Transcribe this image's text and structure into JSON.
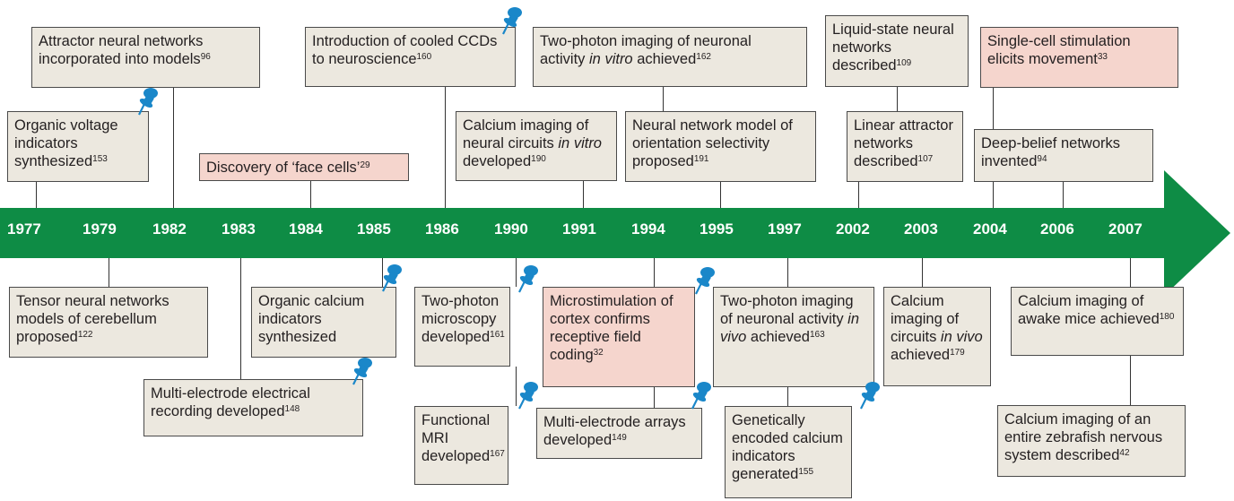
{
  "colors": {
    "arrow": "#0e8c45",
    "box": "#ece8df",
    "highlight": "#f5d5cd",
    "pin": "#1a87c9",
    "border": "#4a4a4a"
  },
  "years": [
    "1977",
    "1979",
    "1982",
    "1983",
    "1984",
    "1985",
    "1986",
    "1990",
    "1991",
    "1994",
    "1995",
    "1997",
    "2002",
    "2003",
    "2004",
    "2006",
    "2007"
  ],
  "events_top": [
    {
      "id": "attractor",
      "text": "Attractor neural networks incorporated into models",
      "ref": "96",
      "highlight": false,
      "pin": false
    },
    {
      "id": "organic-voltage",
      "text": "Organic voltage indicators synthesized",
      "ref": "153",
      "highlight": false,
      "pin": true
    },
    {
      "id": "face-cells",
      "text": "Discovery of ‘face cells’",
      "ref": "29",
      "highlight": true,
      "pin": false
    },
    {
      "id": "cooled-ccds",
      "text": "Introduction of cooled CCDs to neuroscience",
      "ref": "160",
      "highlight": false,
      "pin": true
    },
    {
      "id": "calcium-vitro",
      "text": "Calcium imaging of neural circuits in vitro developed",
      "ref": "190",
      "highlight": false,
      "pin": false
    },
    {
      "id": "two-photon-vitro",
      "text": "Two-photon imaging of neuronal activity in vitro achieved",
      "ref": "162",
      "highlight": false,
      "pin": false
    },
    {
      "id": "orientation-model",
      "text": "Neural network model of orientation selectivity proposed",
      "ref": "191",
      "highlight": false,
      "pin": false
    },
    {
      "id": "liquid-state",
      "text": "Liquid-state neural networks described",
      "ref": "109",
      "highlight": false,
      "pin": false
    },
    {
      "id": "linear-attractor",
      "text": "Linear attractor networks described",
      "ref": "107",
      "highlight": false,
      "pin": false
    },
    {
      "id": "single-cell",
      "text": "Single-cell stimulation elicits movement",
      "ref": "33",
      "highlight": true,
      "pin": false
    },
    {
      "id": "deep-belief",
      "text": "Deep-belief networks invented",
      "ref": "94",
      "highlight": false,
      "pin": false
    }
  ],
  "events_bottom": [
    {
      "id": "tensor",
      "text": "Tensor neural networks models of cerebellum proposed",
      "ref": "122",
      "highlight": false,
      "pin": false
    },
    {
      "id": "organic-calcium",
      "text": "Organic calcium indicators synthesized",
      "ref": "",
      "highlight": false,
      "pin": true
    },
    {
      "id": "multi-electrode-rec",
      "text": "Multi-electrode electrical recording developed",
      "ref": "148",
      "highlight": false,
      "pin": true
    },
    {
      "id": "two-photon-micro",
      "text": "Two-photon microscopy developed",
      "ref": "161",
      "highlight": false,
      "pin": true
    },
    {
      "id": "fmri",
      "text": "Functional MRI developed",
      "ref": "167",
      "highlight": false,
      "pin": true
    },
    {
      "id": "microstim",
      "text": "Microstimulation of cortex confirms receptive field coding",
      "ref": "32",
      "highlight": true,
      "pin": true
    },
    {
      "id": "multi-electrode-arr",
      "text": "Multi-electrode arrays developed",
      "ref": "149",
      "highlight": false,
      "pin": true
    },
    {
      "id": "two-photon-vivo",
      "text": "Two-photon imaging of neuronal activity in vivo achieved",
      "ref": "163",
      "highlight": false,
      "pin": false
    },
    {
      "id": "gecis",
      "text": "Genetically encoded calcium indicators generated",
      "ref": "155",
      "highlight": false,
      "pin": true
    },
    {
      "id": "calcium-vivo",
      "text": "Calcium imaging of circuits in vivo achieved",
      "ref": "179",
      "highlight": false,
      "pin": false
    },
    {
      "id": "awake-mice",
      "text": "Calcium imaging of awake mice achieved",
      "ref": "180",
      "highlight": false,
      "pin": false
    },
    {
      "id": "zebrafish",
      "text": "Calcium imaging of an entire zebrafish nervous system described",
      "ref": "42",
      "highlight": false,
      "pin": false
    }
  ]
}
